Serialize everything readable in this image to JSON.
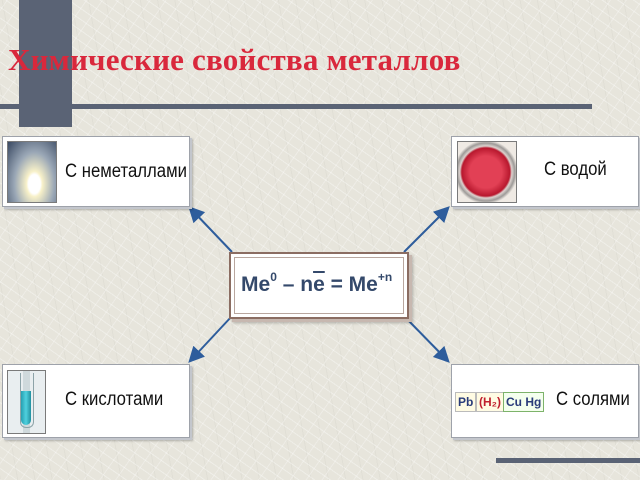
{
  "title": "Химические свойства металлов",
  "center": {
    "me": "Me",
    "sup_left": "0",
    "middle": " – n",
    "e": "e",
    "eq": " = Me",
    "sup_right": "+n"
  },
  "boxes": {
    "top_left": {
      "label": "С неметаллами",
      "icon": "flame-image-icon"
    },
    "top_right": {
      "label": "С водой",
      "icon": "petri-dish-image-icon"
    },
    "bottom_left": {
      "label": "С кислотами",
      "icon": "test-tube-image-icon"
    },
    "bottom_right": {
      "label": "С солями",
      "series": {
        "pb": "Pb",
        "h2": "(H₂)",
        "cu": "Cu",
        "hg": "Hg"
      }
    }
  },
  "colors": {
    "title": "#d9283c",
    "formula": "#34496b",
    "arrow": "#2e5d9c",
    "rule": "#5a6375",
    "h2": "#c0202e"
  }
}
